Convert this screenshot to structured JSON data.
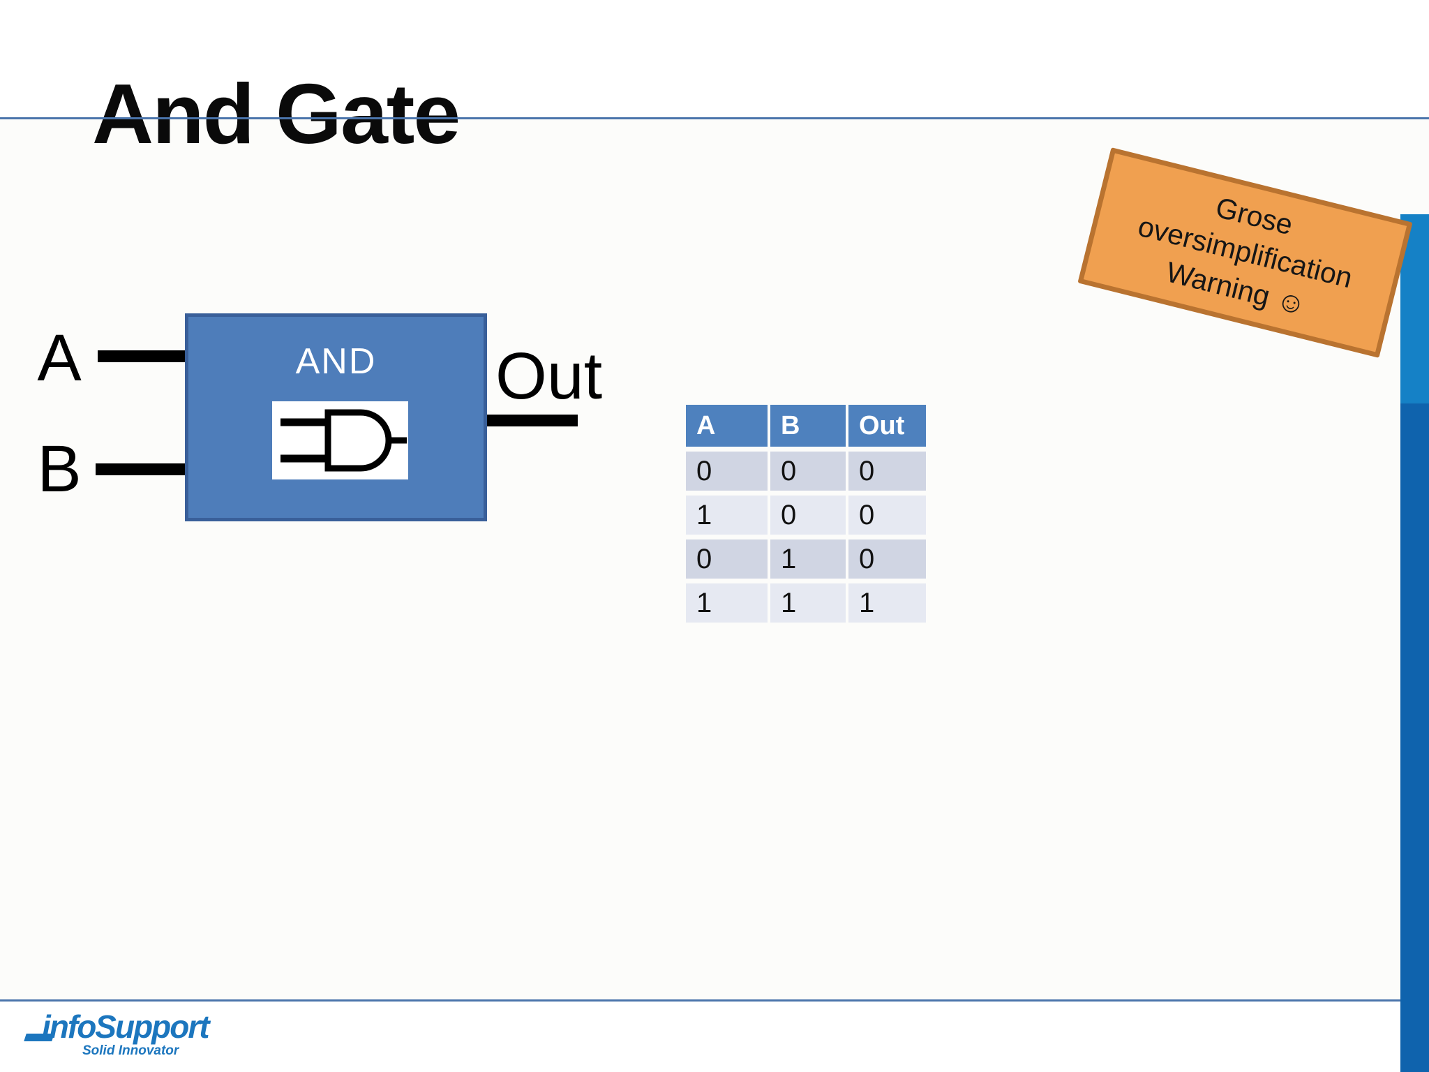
{
  "slide": {
    "title": "And Gate"
  },
  "gate_diagram": {
    "input_a_label": "A",
    "input_b_label": "B",
    "gate_name": "AND",
    "output_label": "Out"
  },
  "truth_table": {
    "headers": [
      "A",
      "B",
      "Out"
    ],
    "rows": [
      [
        "0",
        "0",
        "0"
      ],
      [
        "1",
        "0",
        "0"
      ],
      [
        "0",
        "1",
        "0"
      ],
      [
        "1",
        "1",
        "1"
      ]
    ]
  },
  "warning_sticker": {
    "lines": [
      "Grose",
      "oversimplification",
      "Warning ☺"
    ]
  },
  "footer": {
    "logo_text": "infoSupport",
    "tagline": "Solid Innovator"
  },
  "colors": {
    "gate-box-fill": "#4e7dba",
    "gate-box-border": "#395f99",
    "table-header": "#4e81be",
    "table-row-dark": "#d0d5e3",
    "table-row-light": "#e6e9f2",
    "sticker-fill": "#f0a050",
    "sticker-border": "#b97330",
    "divider-blue": "#4a74ab",
    "side-bar-top": "#1581c6",
    "side-bar-bottom": "#0f63ad",
    "logo-blue": "#1c76be"
  }
}
